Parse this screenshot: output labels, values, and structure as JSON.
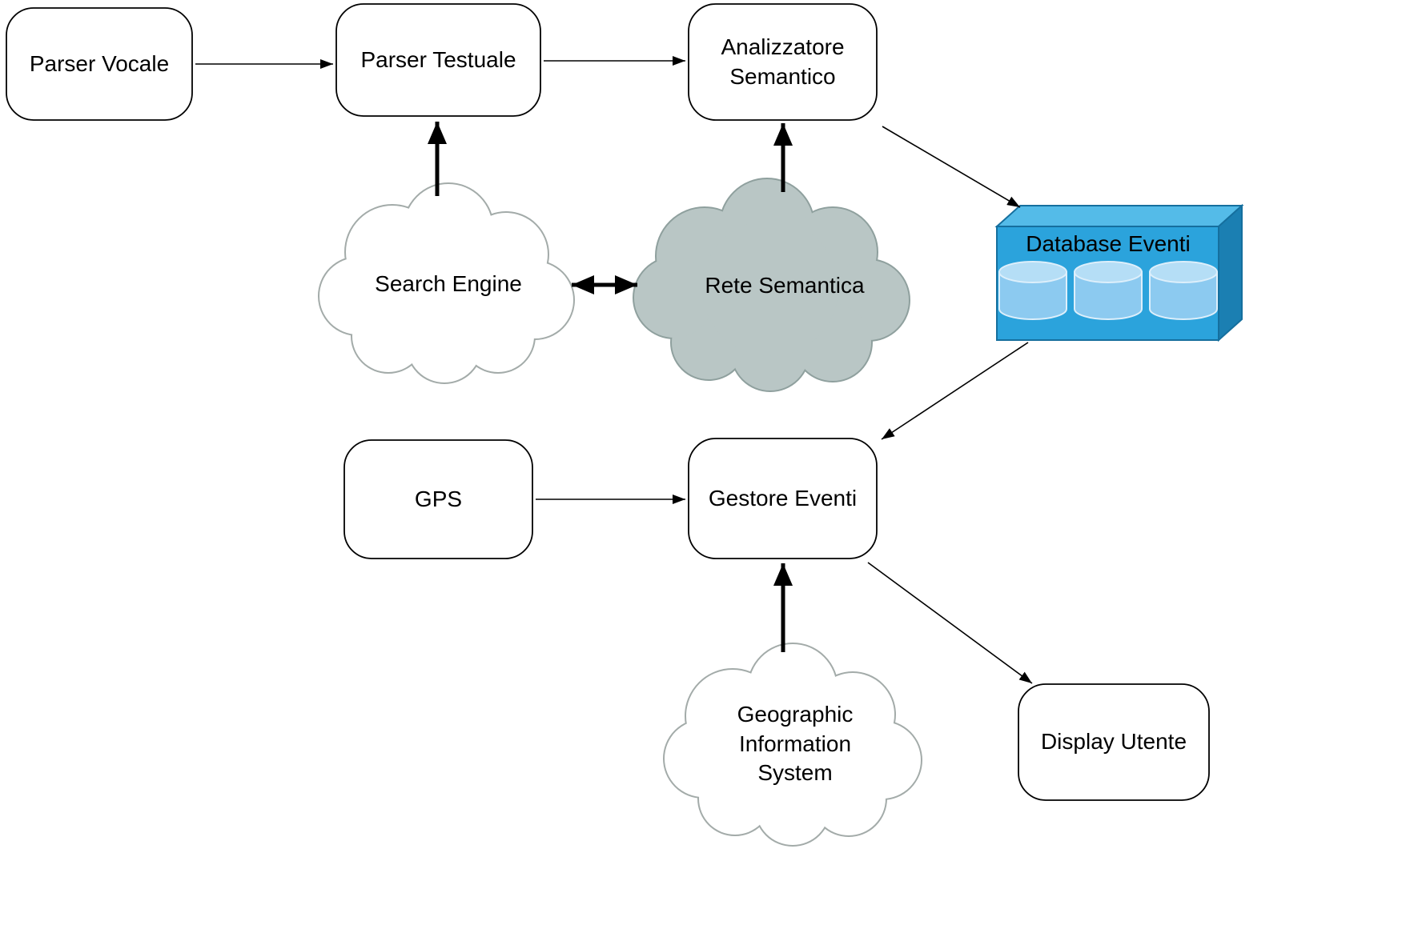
{
  "diagram": {
    "type": "architecture-flow-diagram",
    "nodes": {
      "parser_vocale": {
        "label": "Parser Vocale",
        "shape": "rounded-rect"
      },
      "parser_testuale": {
        "label": "Parser Testuale",
        "shape": "rounded-rect"
      },
      "analizzatore_semantico": {
        "label": "Analizzatore Semantico",
        "shape": "rounded-rect"
      },
      "search_engine": {
        "label": "Search Engine",
        "shape": "cloud",
        "fill": "#ffffff"
      },
      "rete_semantica": {
        "label": "Rete Semantica",
        "shape": "cloud",
        "fill": "#b9c6c5"
      },
      "database_eventi": {
        "label": "Database Eventi",
        "shape": "database-3d",
        "fill": "#2ba3dc"
      },
      "gps": {
        "label": "GPS",
        "shape": "rounded-rect"
      },
      "gestore_eventi": {
        "label": "Gestore Eventi",
        "shape": "rounded-rect"
      },
      "geographic_information_system": {
        "label": "Geographic Information System",
        "shape": "cloud",
        "fill": "#ffffff"
      },
      "display_utente": {
        "label": "Display Utente",
        "shape": "rounded-rect"
      }
    },
    "edges": [
      {
        "from": "parser_vocale",
        "to": "parser_testuale",
        "style": "thin",
        "direction": "one-way"
      },
      {
        "from": "parser_testuale",
        "to": "analizzatore_semantico",
        "style": "thin",
        "direction": "one-way"
      },
      {
        "from": "search_engine",
        "to": "parser_testuale",
        "style": "thick",
        "direction": "one-way"
      },
      {
        "from": "rete_semantica",
        "to": "analizzatore_semantico",
        "style": "thick",
        "direction": "one-way"
      },
      {
        "from": "search_engine",
        "to": "rete_semantica",
        "style": "thick",
        "direction": "two-way"
      },
      {
        "from": "analizzatore_semantico",
        "to": "database_eventi",
        "style": "thin",
        "direction": "one-way"
      },
      {
        "from": "database_eventi",
        "to": "gestore_eventi",
        "style": "thin",
        "direction": "one-way"
      },
      {
        "from": "gps",
        "to": "gestore_eventi",
        "style": "thin",
        "direction": "one-way"
      },
      {
        "from": "geographic_information_system",
        "to": "gestore_eventi",
        "style": "thick",
        "direction": "one-way"
      },
      {
        "from": "gestore_eventi",
        "to": "display_utente",
        "style": "thin",
        "direction": "one-way"
      }
    ],
    "colors": {
      "cloud_white_stroke": "#a3aba9",
      "cloud_gray": "#b9c6c5",
      "cloud_gray_stroke": "#8fa09e",
      "db_front": "#2ba3dc",
      "db_top": "#54bbe8",
      "db_side": "#1b7fb2",
      "db_edge": "#156f9e",
      "cyl_body": "#8ccaf0",
      "cyl_top": "#b5def6",
      "cyl_stroke": "#ddeffb",
      "node_fill": "#ffffff",
      "node_stroke": "#000000",
      "line_color": "#000000",
      "text_color": "#000000",
      "background": "#ffffff"
    }
  }
}
